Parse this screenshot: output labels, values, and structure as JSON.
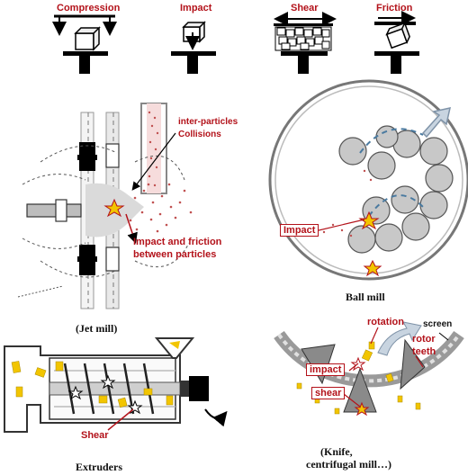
{
  "mechanisms": [
    {
      "label": "Compression",
      "icon": "compression-icon"
    },
    {
      "label": "Impact",
      "icon": "impact-icon"
    },
    {
      "label": "Shear",
      "icon": "shear-icon"
    },
    {
      "label": "Friction",
      "icon": "friction-icon"
    }
  ],
  "jet_mill": {
    "caption": "(Jet mill)",
    "label_collisions_1": "inter-particles",
    "label_collisions_2": "Collisions",
    "label_impact_1": "Impact and friction",
    "label_impact_2": "between particles"
  },
  "ball_mill": {
    "caption": "Ball mill",
    "label_impact": "Impact"
  },
  "extruder": {
    "caption": "Extruders",
    "label_shear": "Shear"
  },
  "knife_mill": {
    "caption_1": "(Knife,",
    "caption_2": "centrifugal mill…)",
    "label_rotation": "rotation",
    "label_screen": "screen",
    "label_rotor_1": "rotor",
    "label_rotor_2": "teeth",
    "label_impact": "impact",
    "label_shear": "shear"
  },
  "colors": {
    "accent_red": "#b3121a",
    "ball_grey": "#c8c8c8",
    "particle_yellow": "#f2c500",
    "arrow_blue": "#9fb6cc"
  }
}
